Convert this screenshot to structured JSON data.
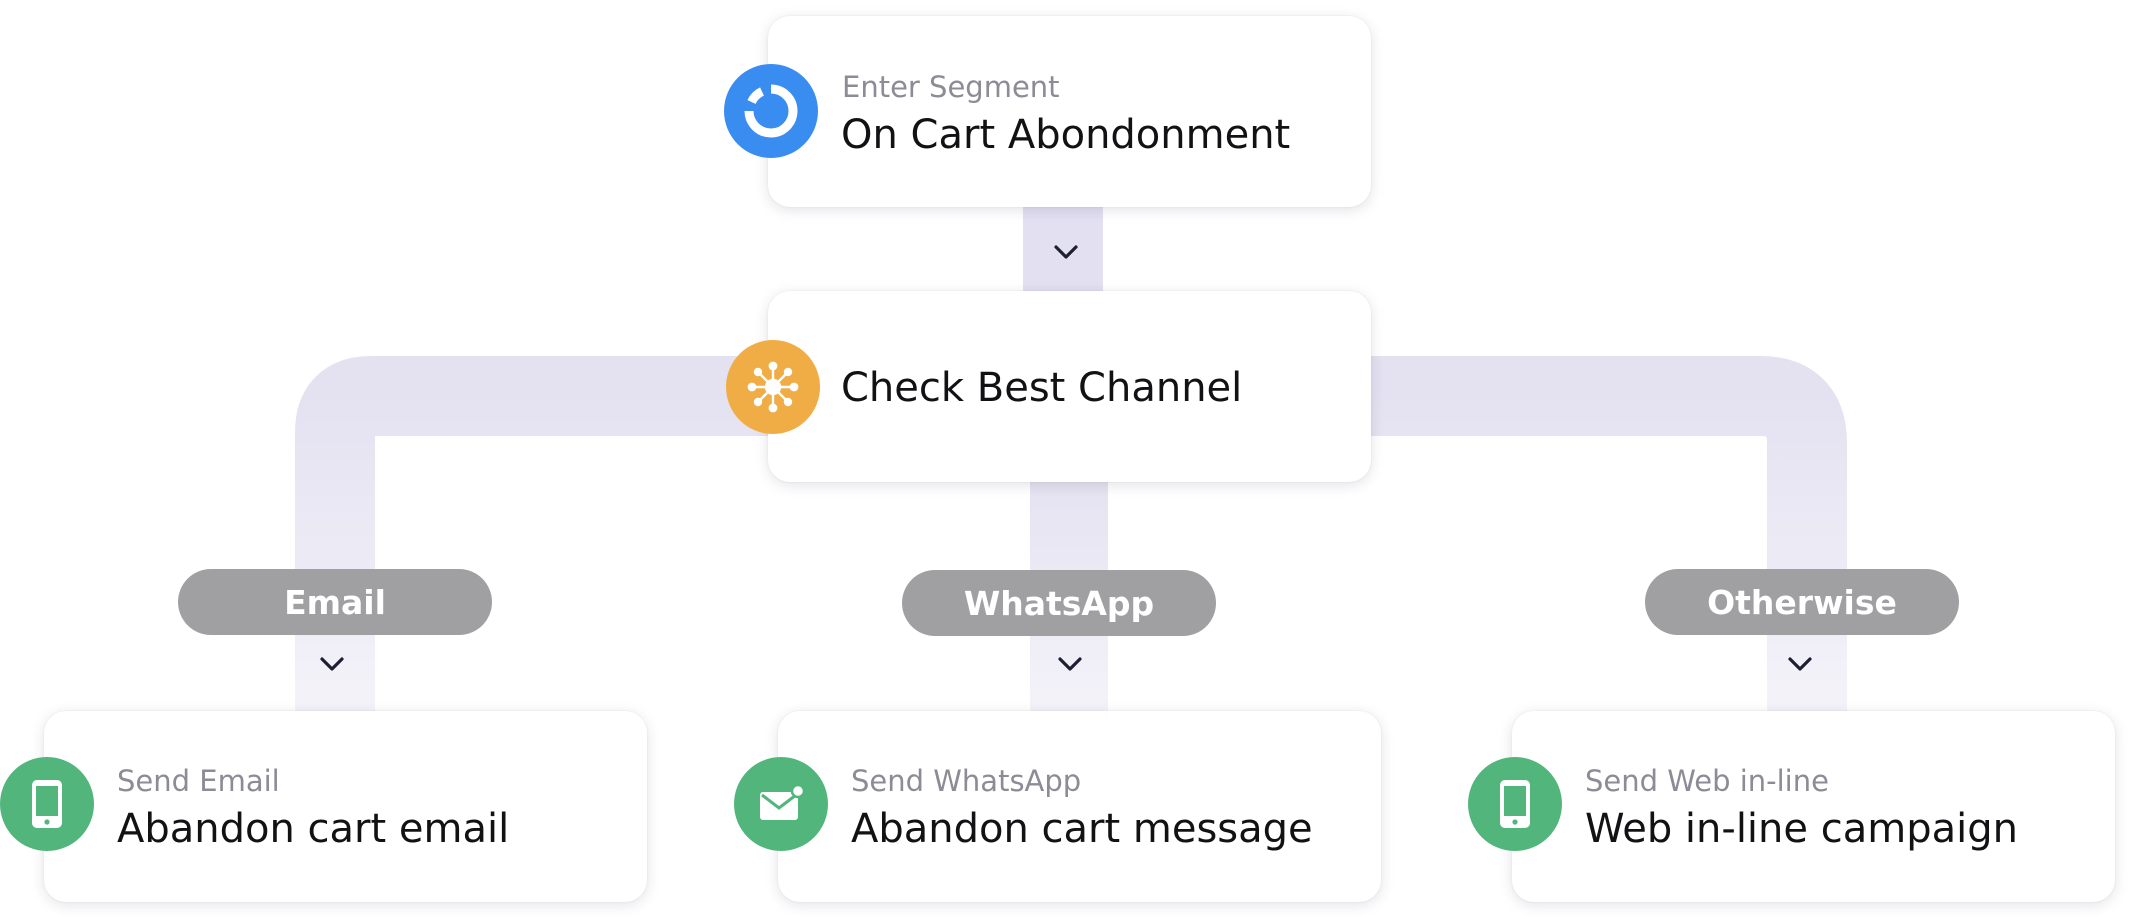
{
  "nodes": {
    "enter_segment": {
      "label": "Enter Segment",
      "title": "On Cart Abondonment",
      "icon": "segment-ring-icon",
      "icon_color": "#3a8df0"
    },
    "check_channel": {
      "title": "Check Best Channel",
      "icon": "network-hub-icon",
      "icon_color": "#f0ad45"
    },
    "send_email": {
      "label": "Send Email",
      "title": "Abandon cart email",
      "icon": "mobile-phone-icon",
      "icon_color": "#52b67c"
    },
    "send_whatsapp": {
      "label": "Send WhatsApp",
      "title": "Abandon cart message",
      "icon": "envelope-notification-icon",
      "icon_color": "#52b67c"
    },
    "send_web": {
      "label": "Send Web in-line",
      "title": "Web in-line campaign",
      "icon": "mobile-phone-icon",
      "icon_color": "#52b67c"
    }
  },
  "branches": {
    "email": "Email",
    "whatsapp": "WhatsApp",
    "otherwise": "Otherwise"
  },
  "colors": {
    "connector": "#e7e5f3",
    "pill": "#a0a0a3"
  }
}
